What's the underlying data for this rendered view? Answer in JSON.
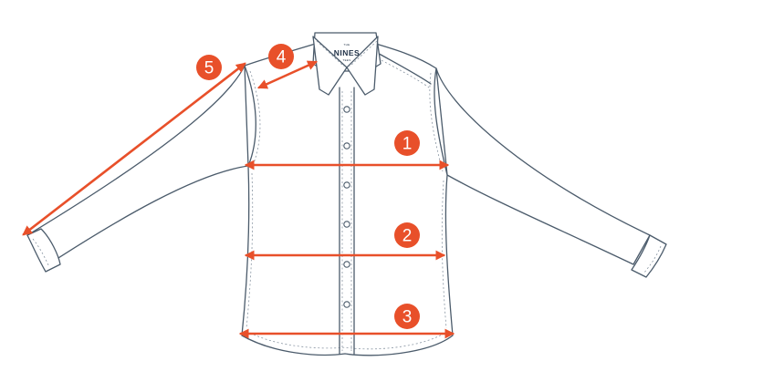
{
  "diagram": {
    "brand": {
      "logo_top": "THE",
      "logo_name": "NINES",
      "logo_sub": "TEES"
    },
    "measurements": [
      {
        "number": "1"
      },
      {
        "number": "2"
      },
      {
        "number": "3"
      },
      {
        "number": "4"
      },
      {
        "number": "5"
      }
    ],
    "colors": {
      "accent": "#e8502a",
      "outline": "#4b5b6b",
      "background": "#ffffff"
    },
    "icons": {
      "shirt": "dress-shirt-outline",
      "arrows": "double-headed-arrow"
    }
  }
}
